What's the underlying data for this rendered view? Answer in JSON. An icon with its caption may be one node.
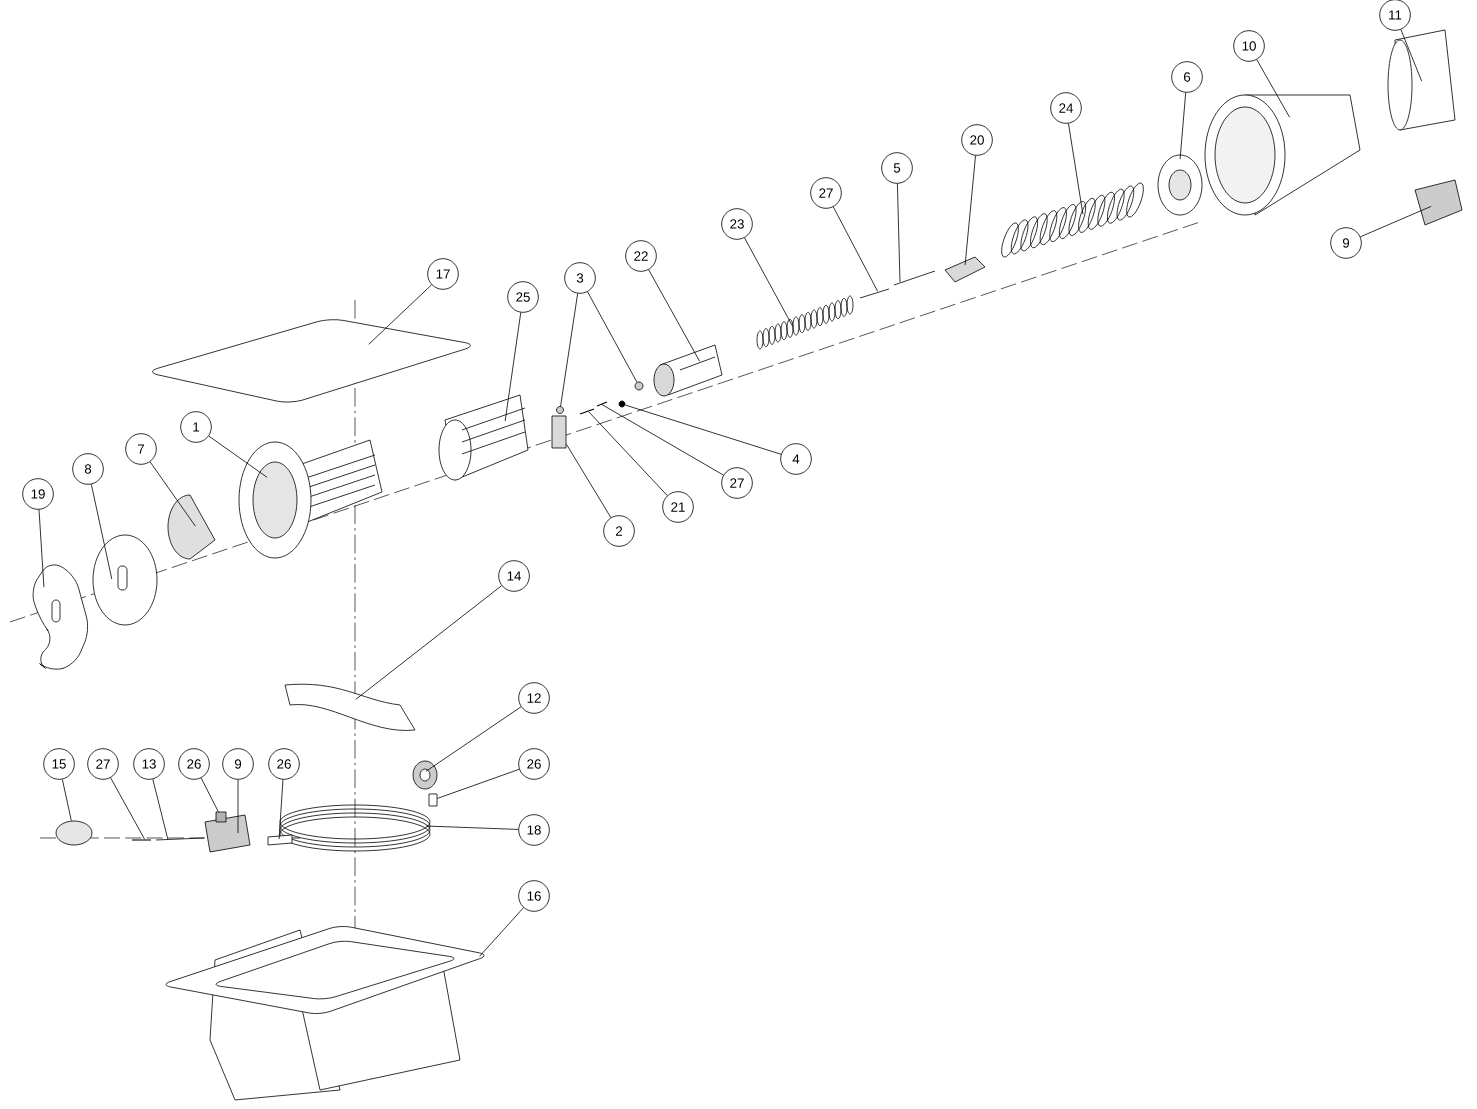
{
  "diagram": {
    "nodes": [
      {
        "text": [
          "11"
        ]
      },
      {
        "text": [
          "10"
        ]
      },
      {
        "text": [
          "6"
        ]
      },
      {
        "text": [
          "24"
        ]
      },
      {
        "text": [
          "20"
        ]
      },
      {
        "text": [
          "5"
        ]
      },
      {
        "text": [
          "27"
        ]
      },
      {
        "text": [
          "23"
        ]
      },
      {
        "text": [
          "9"
        ]
      },
      {
        "text": [
          "22"
        ]
      },
      {
        "text": [
          "17"
        ]
      },
      {
        "text": [
          "3"
        ]
      },
      {
        "text": [
          "25"
        ]
      },
      {
        "text": [
          "1"
        ]
      },
      {
        "text": [
          "7"
        ]
      },
      {
        "text": [
          "4"
        ]
      },
      {
        "text": [
          "8"
        ]
      },
      {
        "text": [
          "27"
        ]
      },
      {
        "text": [
          "19"
        ]
      },
      {
        "text": [
          "21"
        ]
      },
      {
        "text": [
          "2"
        ]
      },
      {
        "text": [
          "14"
        ]
      },
      {
        "text": [
          "12"
        ]
      },
      {
        "text": [
          "15"
        ]
      },
      {
        "text": [
          "27"
        ]
      },
      {
        "text": [
          "13"
        ]
      },
      {
        "text": [
          "26"
        ]
      },
      {
        "text": [
          "9"
        ]
      },
      {
        "text": [
          "26"
        ]
      },
      {
        "text": [
          "26"
        ]
      },
      {
        "text": [
          "18"
        ]
      },
      {
        "text": [
          "16"
        ]
      },
      {
        "text": [],
        "shape": "picture"
      },
      {
        "text": [],
        "shape": "picture"
      },
      {
        "text": [],
        "shape": "picture"
      },
      {
        "text": [],
        "shape": "picture"
      },
      {
        "text": [],
        "shape": "picture"
      },
      {
        "text": [],
        "shape": "picture"
      },
      {
        "text": [],
        "shape": "picture"
      },
      {
        "text": [],
        "shape": "picture"
      },
      {
        "text": [],
        "shape": "picture"
      },
      {
        "text": [],
        "shape": "picture"
      },
      {
        "text": [],
        "shape": "picture"
      },
      {
        "text": [],
        "shape": "circle"
      },
      {
        "text": [],
        "shape": "circle"
      },
      {
        "text": [],
        "shape": "picture"
      },
      {
        "text": [],
        "shape": "picture"
      },
      {
        "text": [],
        "shape": "picture"
      },
      {
        "text": [],
        "shape": "circle"
      },
      {
        "text": [],
        "shape": "picture"
      },
      {
        "text": [],
        "shape": "picture"
      },
      {
        "text": [],
        "shape": "picture"
      },
      {
        "text": [],
        "shape": "picture"
      },
      {
        "text": [],
        "shape": "box"
      },
      {
        "text": [],
        "shape": "picture"
      },
      {
        "text": [],
        "shape": "picture"
      },
      {
        "text": [],
        "shape": "circle"
      },
      {
        "text": [],
        "shape": "picture"
      },
      {
        "text": [],
        "shape": "picture"
      },
      {
        "text": [],
        "shape": "box"
      },
      {
        "text": [],
        "shape": "picture"
      },
      {
        "text": [],
        "shape": "picture"
      },
      {
        "text": [],
        "shape": "box"
      },
      {
        "text": [],
        "shape": "picture"
      },
      {
        "text": [],
        "shape": "picture"
      }
    ],
    "edges": [
      {
        "from": 0,
        "to": 32,
        "arrow": "none"
      },
      {
        "from": 1,
        "to": 33,
        "arrow": "none"
      },
      {
        "from": 2,
        "to": 34,
        "arrow": "none"
      },
      {
        "from": 3,
        "to": 35,
        "arrow": "none"
      },
      {
        "from": 4,
        "to": 36,
        "arrow": "none"
      },
      {
        "from": 5,
        "to": 37,
        "arrow": "none"
      },
      {
        "from": 6,
        "to": 38,
        "arrow": "none"
      },
      {
        "from": 7,
        "to": 39,
        "arrow": "none"
      },
      {
        "from": 8,
        "to": 40,
        "arrow": "none"
      },
      {
        "from": 9,
        "to": 41,
        "arrow": "none"
      },
      {
        "from": 10,
        "to": 42,
        "arrow": "none"
      },
      {
        "from": 11,
        "to": 43,
        "arrow": "none"
      },
      {
        "from": 11,
        "to": 44,
        "arrow": "none"
      },
      {
        "from": 12,
        "to": 45,
        "arrow": "none"
      },
      {
        "from": 13,
        "to": 46,
        "arrow": "none"
      },
      {
        "from": 14,
        "to": 47,
        "arrow": "none"
      },
      {
        "from": 15,
        "to": 48,
        "arrow": "none"
      },
      {
        "from": 16,
        "to": 49,
        "arrow": "none"
      },
      {
        "from": 17,
        "to": 50,
        "arrow": "none"
      },
      {
        "from": 18,
        "to": 51,
        "arrow": "none"
      },
      {
        "from": 19,
        "to": 52,
        "arrow": "none"
      },
      {
        "from": 20,
        "to": 53,
        "arrow": "none"
      },
      {
        "from": 21,
        "to": 54,
        "arrow": "none"
      },
      {
        "from": 22,
        "to": 55,
        "arrow": "none"
      },
      {
        "from": 23,
        "to": 56,
        "arrow": "none"
      },
      {
        "from": 24,
        "to": 57,
        "arrow": "none"
      },
      {
        "from": 25,
        "to": 58,
        "arrow": "none"
      },
      {
        "from": 26,
        "to": 59,
        "arrow": "none"
      },
      {
        "from": 27,
        "to": 60,
        "arrow": "none"
      },
      {
        "from": 28,
        "to": 61,
        "arrow": "none"
      },
      {
        "from": 29,
        "to": 62,
        "arrow": "none"
      },
      {
        "from": 30,
        "to": 63,
        "arrow": "none"
      },
      {
        "from": 31,
        "to": 64,
        "arrow": "none"
      }
    ]
  }
}
